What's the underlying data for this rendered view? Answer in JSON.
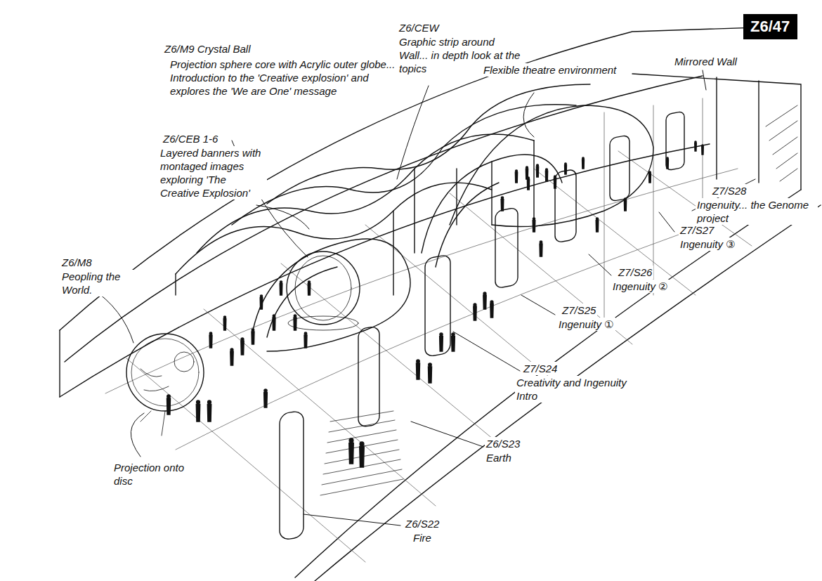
{
  "diagram": {
    "nodes": [
      {
        "text": [
          "Z6/47"
        ]
      }
    ],
    "labels": [
      "Z6/M9 Crystal Ball",
      "Projection sphere core with Acrylic outer globe... Introduction to the 'Creative explosion' and explores the 'We are One' message",
      "Z6/CEW",
      "Graphic strip around Wall... in depth look at the topics",
      "Flexible theatre environment",
      "Mirrored Wall",
      "Z6/CEB 1-6",
      "Layered banners with montaged images exploring 'The Creative Explosion'",
      "Z6/M8",
      "Peopling the World.",
      "Projection onto disc",
      "Z7/S28",
      "Ingenuity... the Genome project",
      "Z7/S27",
      "Ingenuity ③",
      "Z7/S26",
      "Ingenuity ②",
      "Z7/S25",
      "Ingenuity ①",
      "Z7/S24",
      "Creativity and Ingenuity Intro",
      "Z6/S23",
      "Earth",
      "Z6/S22",
      "Fire"
    ]
  }
}
